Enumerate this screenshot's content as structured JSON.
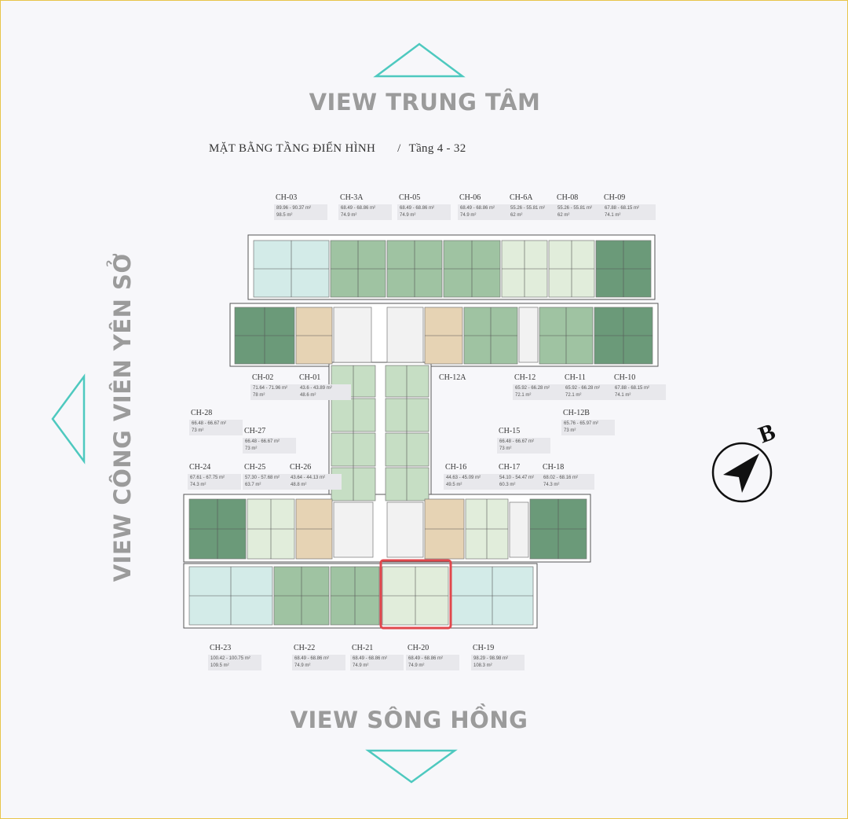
{
  "views": {
    "top": "VIEW TRUNG  TÂM",
    "bottom": "VIEW SÔNG HỒNG",
    "left": "VIEW CÔNG VIÊN YÊN SỞ"
  },
  "plan": {
    "title": "MẶT BẰNG TẦNG ĐIỂN HÌNH",
    "floors": "Tầng 4 - 32"
  },
  "compass": {
    "letter": "B"
  },
  "colors": {
    "accent": "#4ec9bf",
    "highlight": "#e0474c",
    "dark_green": "#6b9a79",
    "mid_green": "#9fc3a2",
    "light_green": "#c6dec4",
    "pale_green": "#e1eddb",
    "pale_blue": "#d3ebe8",
    "tan": "#e6d3b4"
  },
  "units": [
    {
      "id": "CH-03",
      "area1": "89.96 - 90.37 m²",
      "area2": "98.5 m²"
    },
    {
      "id": "CH-3A",
      "area1": "68.49 - 68.86 m²",
      "area2": "74.9 m²"
    },
    {
      "id": "CH-05",
      "area1": "68.49 - 68.86 m²",
      "area2": "74.9 m²"
    },
    {
      "id": "CH-06",
      "area1": "68.49 - 68.86 m²",
      "area2": "74.9 m²"
    },
    {
      "id": "CH-6A",
      "area1": "55.26 - 55.81 m²",
      "area2": "62 m²"
    },
    {
      "id": "CH-08",
      "area1": "55.26 - 55.81 m²",
      "area2": "62 m²"
    },
    {
      "id": "CH-09",
      "area1": "67.88 - 68.15 m²",
      "area2": "74.1 m²"
    },
    {
      "id": "CH-02",
      "area1": "71.64 - 71.96 m²",
      "area2": "78 m²"
    },
    {
      "id": "CH-01",
      "area1": "43.6 - 43.89 m²",
      "area2": "48.6 m²"
    },
    {
      "id": "CH-12A",
      "area1": "",
      "area2": ""
    },
    {
      "id": "CH-12",
      "area1": "65.92 - 66.28 m²",
      "area2": "72.1 m²"
    },
    {
      "id": "CH-11",
      "area1": "65.92 - 66.28 m²",
      "area2": "72.1 m²"
    },
    {
      "id": "CH-10",
      "area1": "67.88 - 68.15 m²",
      "area2": "74.1 m²"
    },
    {
      "id": "CH-28",
      "area1": "66.48 - 66.67 m²",
      "area2": "73 m²"
    },
    {
      "id": "CH-12B",
      "area1": "65.76 - 65.97 m²",
      "area2": "73 m²"
    },
    {
      "id": "CH-27",
      "area1": "66.48 - 66.67 m²",
      "area2": "73 m²"
    },
    {
      "id": "CH-15",
      "area1": "66.48 - 66.67 m²",
      "area2": "73 m²"
    },
    {
      "id": "CH-24",
      "area1": "67.61 - 67.75 m²",
      "area2": "74.3 m²"
    },
    {
      "id": "CH-25",
      "area1": "57.30 - 57.68 m²",
      "area2": "63.7 m²"
    },
    {
      "id": "CH-26",
      "area1": "43.64 - 44.13 m²",
      "area2": "48.8 m²"
    },
    {
      "id": "CH-16",
      "area1": "44.63 - 45.09 m²",
      "area2": "49.5 m²"
    },
    {
      "id": "CH-17",
      "area1": "54.10 - 54.47 m²",
      "area2": "60.3 m²"
    },
    {
      "id": "CH-18",
      "area1": "68.02 - 68.16 m²",
      "area2": "74.3 m²"
    },
    {
      "id": "CH-23",
      "area1": "100.42 - 100.75 m²",
      "area2": "109.5 m²"
    },
    {
      "id": "CH-22",
      "area1": "68.49 - 68.86 m²",
      "area2": "74.9 m²"
    },
    {
      "id": "CH-21",
      "area1": "68.49 - 68.86 m²",
      "area2": "74.9 m²"
    },
    {
      "id": "CH-20",
      "area1": "68.49 - 68.86 m²",
      "area2": "74.9 m²"
    },
    {
      "id": "CH-19",
      "area1": "98.29 - 98.98 m²",
      "area2": "108.3 m²"
    }
  ]
}
